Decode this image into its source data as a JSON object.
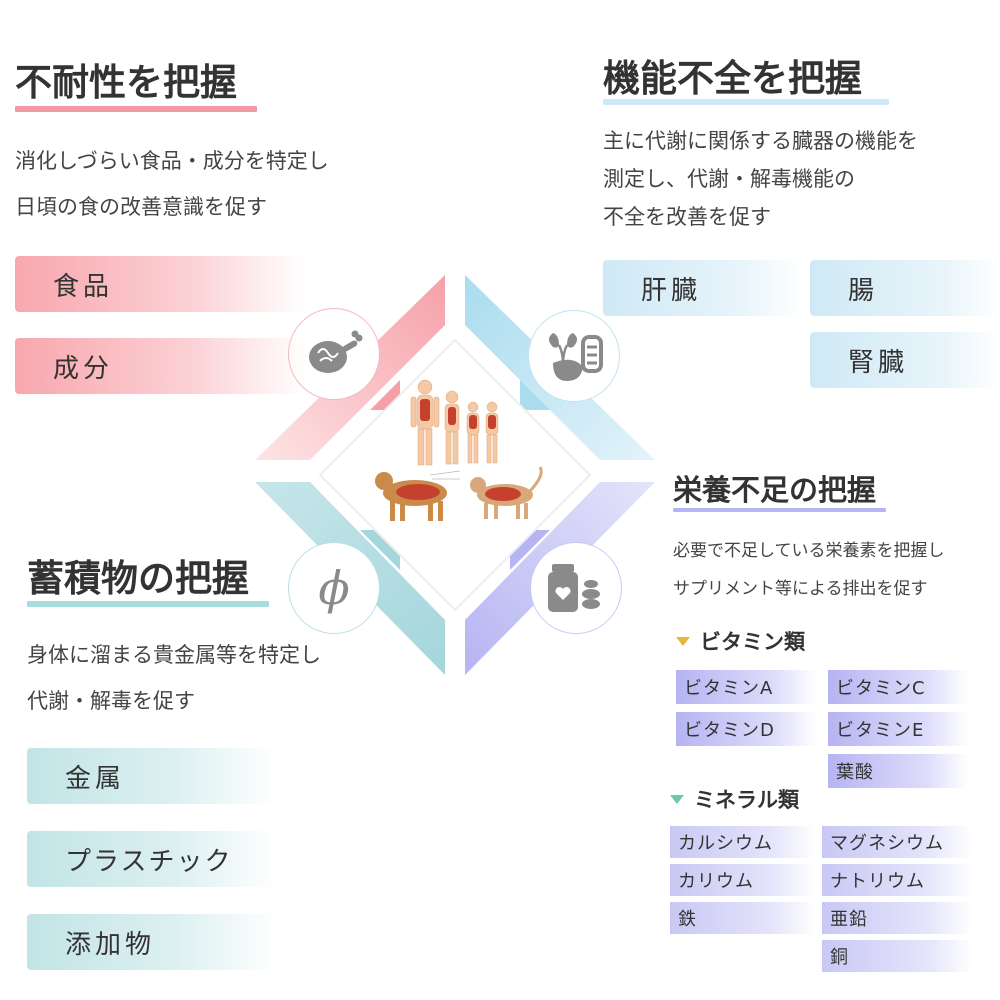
{
  "intolerance": {
    "title": "不耐性を把握",
    "desc_lines": [
      "消化しづらい食品・成分を特定し",
      "日頃の食の改善意識を促す"
    ],
    "items": [
      "食品",
      "成分"
    ]
  },
  "dysfunction": {
    "title": "機能不全を把握",
    "desc_lines": [
      "主に代謝に関係する臓器の機能を",
      "測定し、代謝・解毒機能の",
      "不全を改善を促す"
    ],
    "items": [
      "肝臓",
      "腸",
      "腎臓"
    ]
  },
  "accumulation": {
    "title": "蓄積物の把握",
    "desc_lines": [
      "身体に溜まる貴金属等を特定し",
      "代謝・解毒を促す"
    ],
    "items": [
      "金属",
      "プラスチック",
      "添加物"
    ]
  },
  "nutrition": {
    "title": "栄養不足の把握",
    "desc_lines": [
      "必要で不足している栄養素を把握し",
      "サプリメント等による排出を促す"
    ],
    "vitamin_heading": "ビタミン類",
    "vitamins": [
      "ビタミンA",
      "ビタミンC",
      "ビタミンD",
      "ビタミンE",
      "葉酸"
    ],
    "mineral_heading": "ミネラル類",
    "minerals": [
      "カルシウム",
      "マグネシウム",
      "カリウム",
      "ナトリウム",
      "鉄",
      "亜鉛",
      "銅"
    ]
  },
  "icons": {
    "food": "food-icon",
    "organs": "organs-icon",
    "phi": "phi-icon",
    "supplement": "supplement-icon",
    "center": "anatomy-illustration"
  },
  "colors": {
    "pink": "#f28b96",
    "blue": "#8ccfe6",
    "teal": "#9ed3d6",
    "purple": "#a7a6ef",
    "vitamin_marker": "#e8b73a",
    "mineral_marker": "#6cc9a1"
  }
}
